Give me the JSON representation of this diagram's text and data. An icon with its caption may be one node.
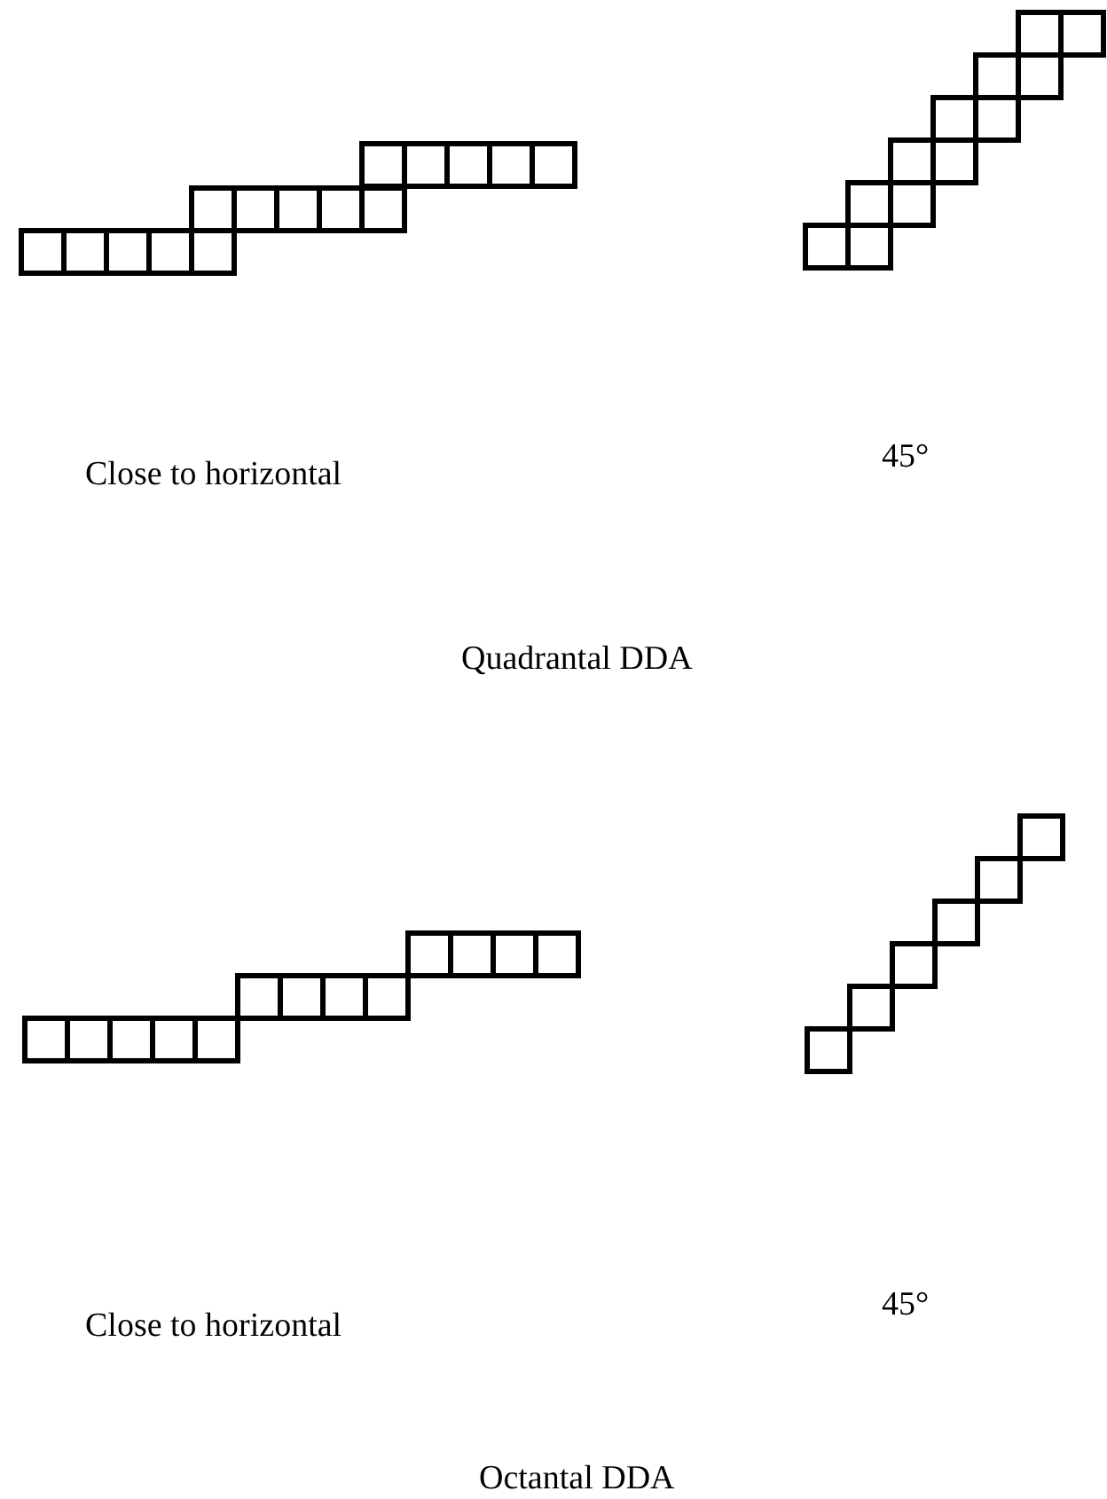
{
  "diagram": {
    "labels": [
      "Close to horizontal",
      "45°",
      "Quadrantal DDA",
      "Close to horizontal",
      "45°",
      "Octantal DDA"
    ]
  }
}
